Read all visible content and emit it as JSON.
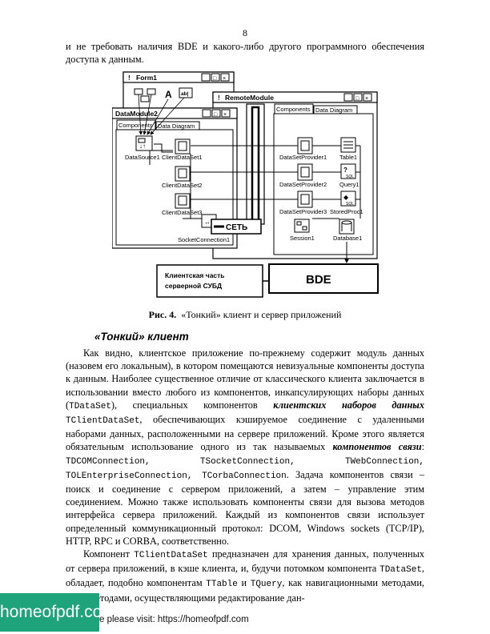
{
  "page_number": "8",
  "intro": "и не требовать наличия BDE и какого-либо другого программного обеспечения доступа к данным.",
  "figure": {
    "form1_title": "Form1",
    "remote_title": "RemoteModule",
    "dm2_title": "DataModule2",
    "tab_components": "Components",
    "tab_data_diagram": "Data Diagram",
    "datasource": "DataSource1",
    "cds1": "ClientDataSet1",
    "cds2": "ClientDataSet2",
    "cds3": "ClientDataSet3",
    "socket": "SocketConnection1",
    "net": "СЕТЬ",
    "dsp1": "DataSetProvider1",
    "dsp2": "DataSetProvider2",
    "dsp3": "DataSetProvider3",
    "table1": "Table1",
    "query1": "Query1",
    "storedproc": "StoredProc1",
    "session": "Session1",
    "database": "Database1",
    "client_part_line1": "Клиентская часть",
    "client_part_line2": "серверной СУБД",
    "bde": "BDE",
    "sql": "SQL",
    "font_icon": "A",
    "edit_icon": "ab|"
  },
  "caption": {
    "label": "Рис. 4.",
    "text": "«Тонкий» клиент и сервер приложений"
  },
  "heading": "«Тонкий» клиент",
  "p1": {
    "t1": "Как видно, клиентское приложение по-прежнему содержит модуль данных (назовем его локальным), в котором помещаются невизуальные компоненты доступа к данным. Наиболее существенное отличие от классического клиента заключается в использовании вместо любого из компонентов, инкапсулирующих наборы данных (",
    "c1": "TDataSet",
    "t2": "), специальных компонентов ",
    "b1": "клиентских наборов данных",
    "t3": " ",
    "c2": "TClientDataSet",
    "t4": ", обеспечивающих кэшируемое соединение с удаленными наборами данных, расположенными на сервере приложений. Кроме этого является обязательным использование одного из так называемых ",
    "b2": "компонентов связи",
    "t5": ": ",
    "c3": "TDCOMConnection, TSocketConnection, TWebConnection, TOLEnterpriseConnection, TCorbaConnection",
    "t6": ". Задача компонентов связи – поиск и соединение с сервером приложений, а затем – управление этим соединением. Можно также использовать компоненты связи для вызова методов интерфейса сервера приложений. Каждый из компонентов связи использует определенный коммуникационный протокол: DCOM, Windows sockets (TCP/IP), HTTP, RPC и CORBA, соответственно."
  },
  "p2": {
    "t1": "Компонент ",
    "c1": "TClientDataSet",
    "t2": " предназначен для хранения данных, полученных от сервера приложений, в кэше клиента, и, будучи потомком компонента ",
    "c2": "TDataSet",
    "t3": ", обладает, подобно компонентам ",
    "c3": "TTable",
    "t4": " и ",
    "c4": "TQuery",
    "t5": ", как навигационными методами, так и методами, осуществляющими редактирование дан-"
  },
  "watermark": "homeofpdf.com",
  "footer": "e please visit: https://homeofpdf.com"
}
